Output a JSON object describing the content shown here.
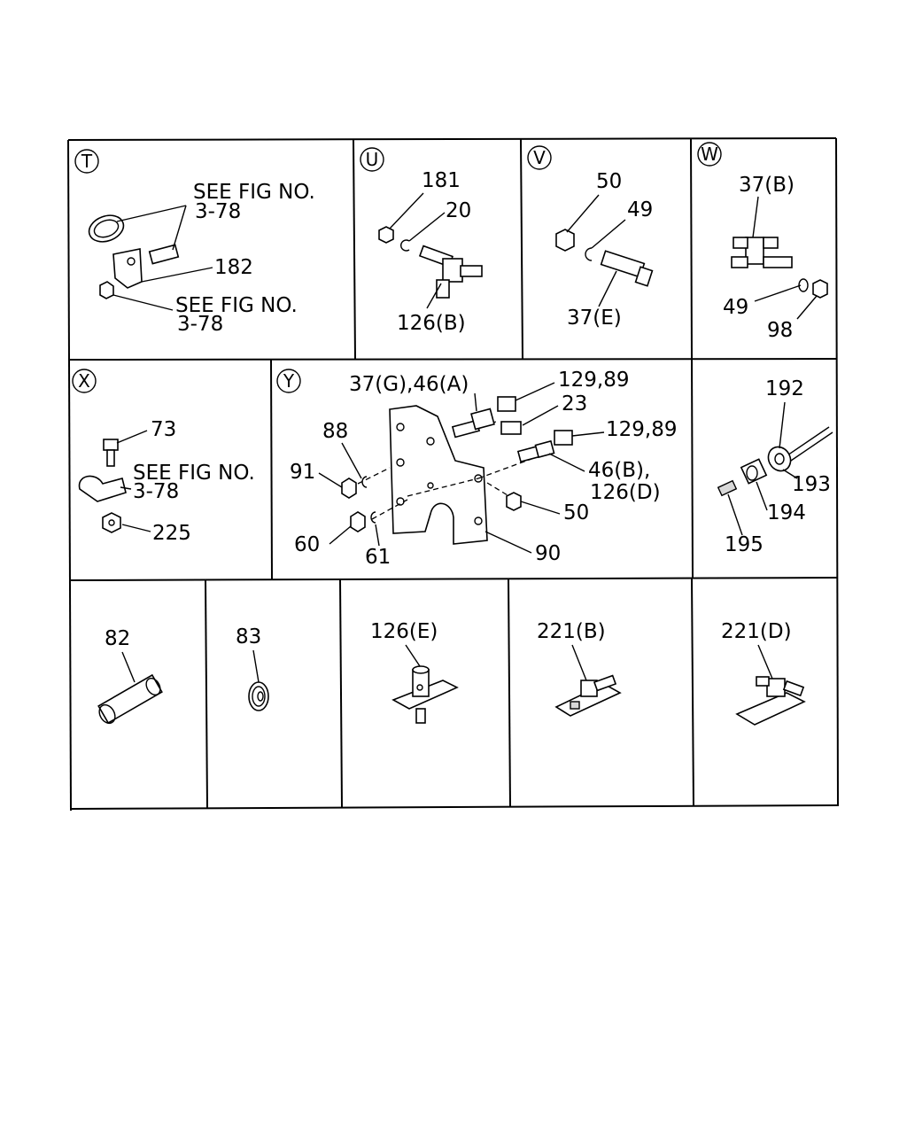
{
  "panels": {
    "T": {
      "letter": "T",
      "note1": [
        "SEE FIG NO.",
        "3-78"
      ],
      "label_182": "182",
      "note2": [
        "SEE FIG NO.",
        "3-78"
      ]
    },
    "U": {
      "letter": "U",
      "labels": [
        "181",
        "20",
        "126(B)"
      ]
    },
    "V": {
      "letter": "V",
      "labels": [
        "50",
        "49",
        "37(E)"
      ]
    },
    "W": {
      "letter": "W",
      "labels": [
        "37(B)",
        "49",
        "98"
      ]
    },
    "X": {
      "letter": "X",
      "label_73": "73",
      "note": [
        "SEE FIG NO.",
        "3-78"
      ],
      "label_225": "225"
    },
    "Y": {
      "letter": "Y",
      "labels": [
        "37(G),46(A)",
        "129,89",
        "23",
        "129,89",
        "88",
        "91",
        "46(B),",
        "126(D)",
        "50",
        "60",
        "61",
        "90"
      ]
    },
    "Z": {
      "labels": [
        "192",
        "193",
        "194",
        "195"
      ]
    },
    "bottom": {
      "labels": [
        "82",
        "83",
        "126(E)",
        "221(B)",
        "221(D)"
      ]
    }
  }
}
